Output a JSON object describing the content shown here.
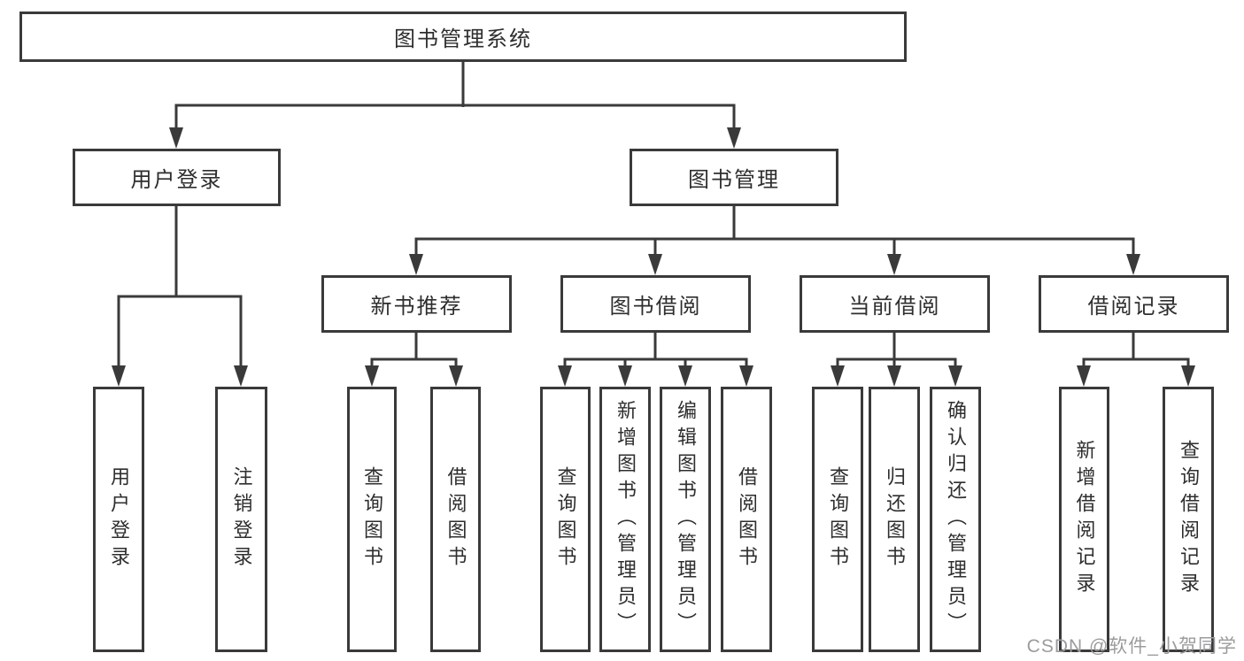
{
  "tree": {
    "root": "图书管理系统",
    "level2": [
      "用户登录",
      "图书管理"
    ],
    "level3": [
      "新书推荐",
      "图书借阅",
      "当前借阅",
      "借阅记录"
    ],
    "leaves_user_login": [
      "用户登录",
      "注销登录"
    ],
    "leaves_new_books": [
      "查询图书",
      "借阅图书"
    ],
    "leaves_book_borrow": [
      "查询图书",
      "新增图书（管理员）",
      "编辑图书（管理员）",
      "借阅图书"
    ],
    "leaves_current_borrow": [
      "查询图书",
      "归还图书",
      "确认归还（管理员）"
    ],
    "leaves_borrow_records": [
      "新增借阅记录",
      "查询借阅记录"
    ]
  },
  "watermark": "CSDN @软件_小贺同学",
  "colors": {
    "line": "#3a3a3a",
    "text": "#2e2e2e",
    "watermark_text": "#9c9c9e",
    "background": "#ffffff"
  }
}
